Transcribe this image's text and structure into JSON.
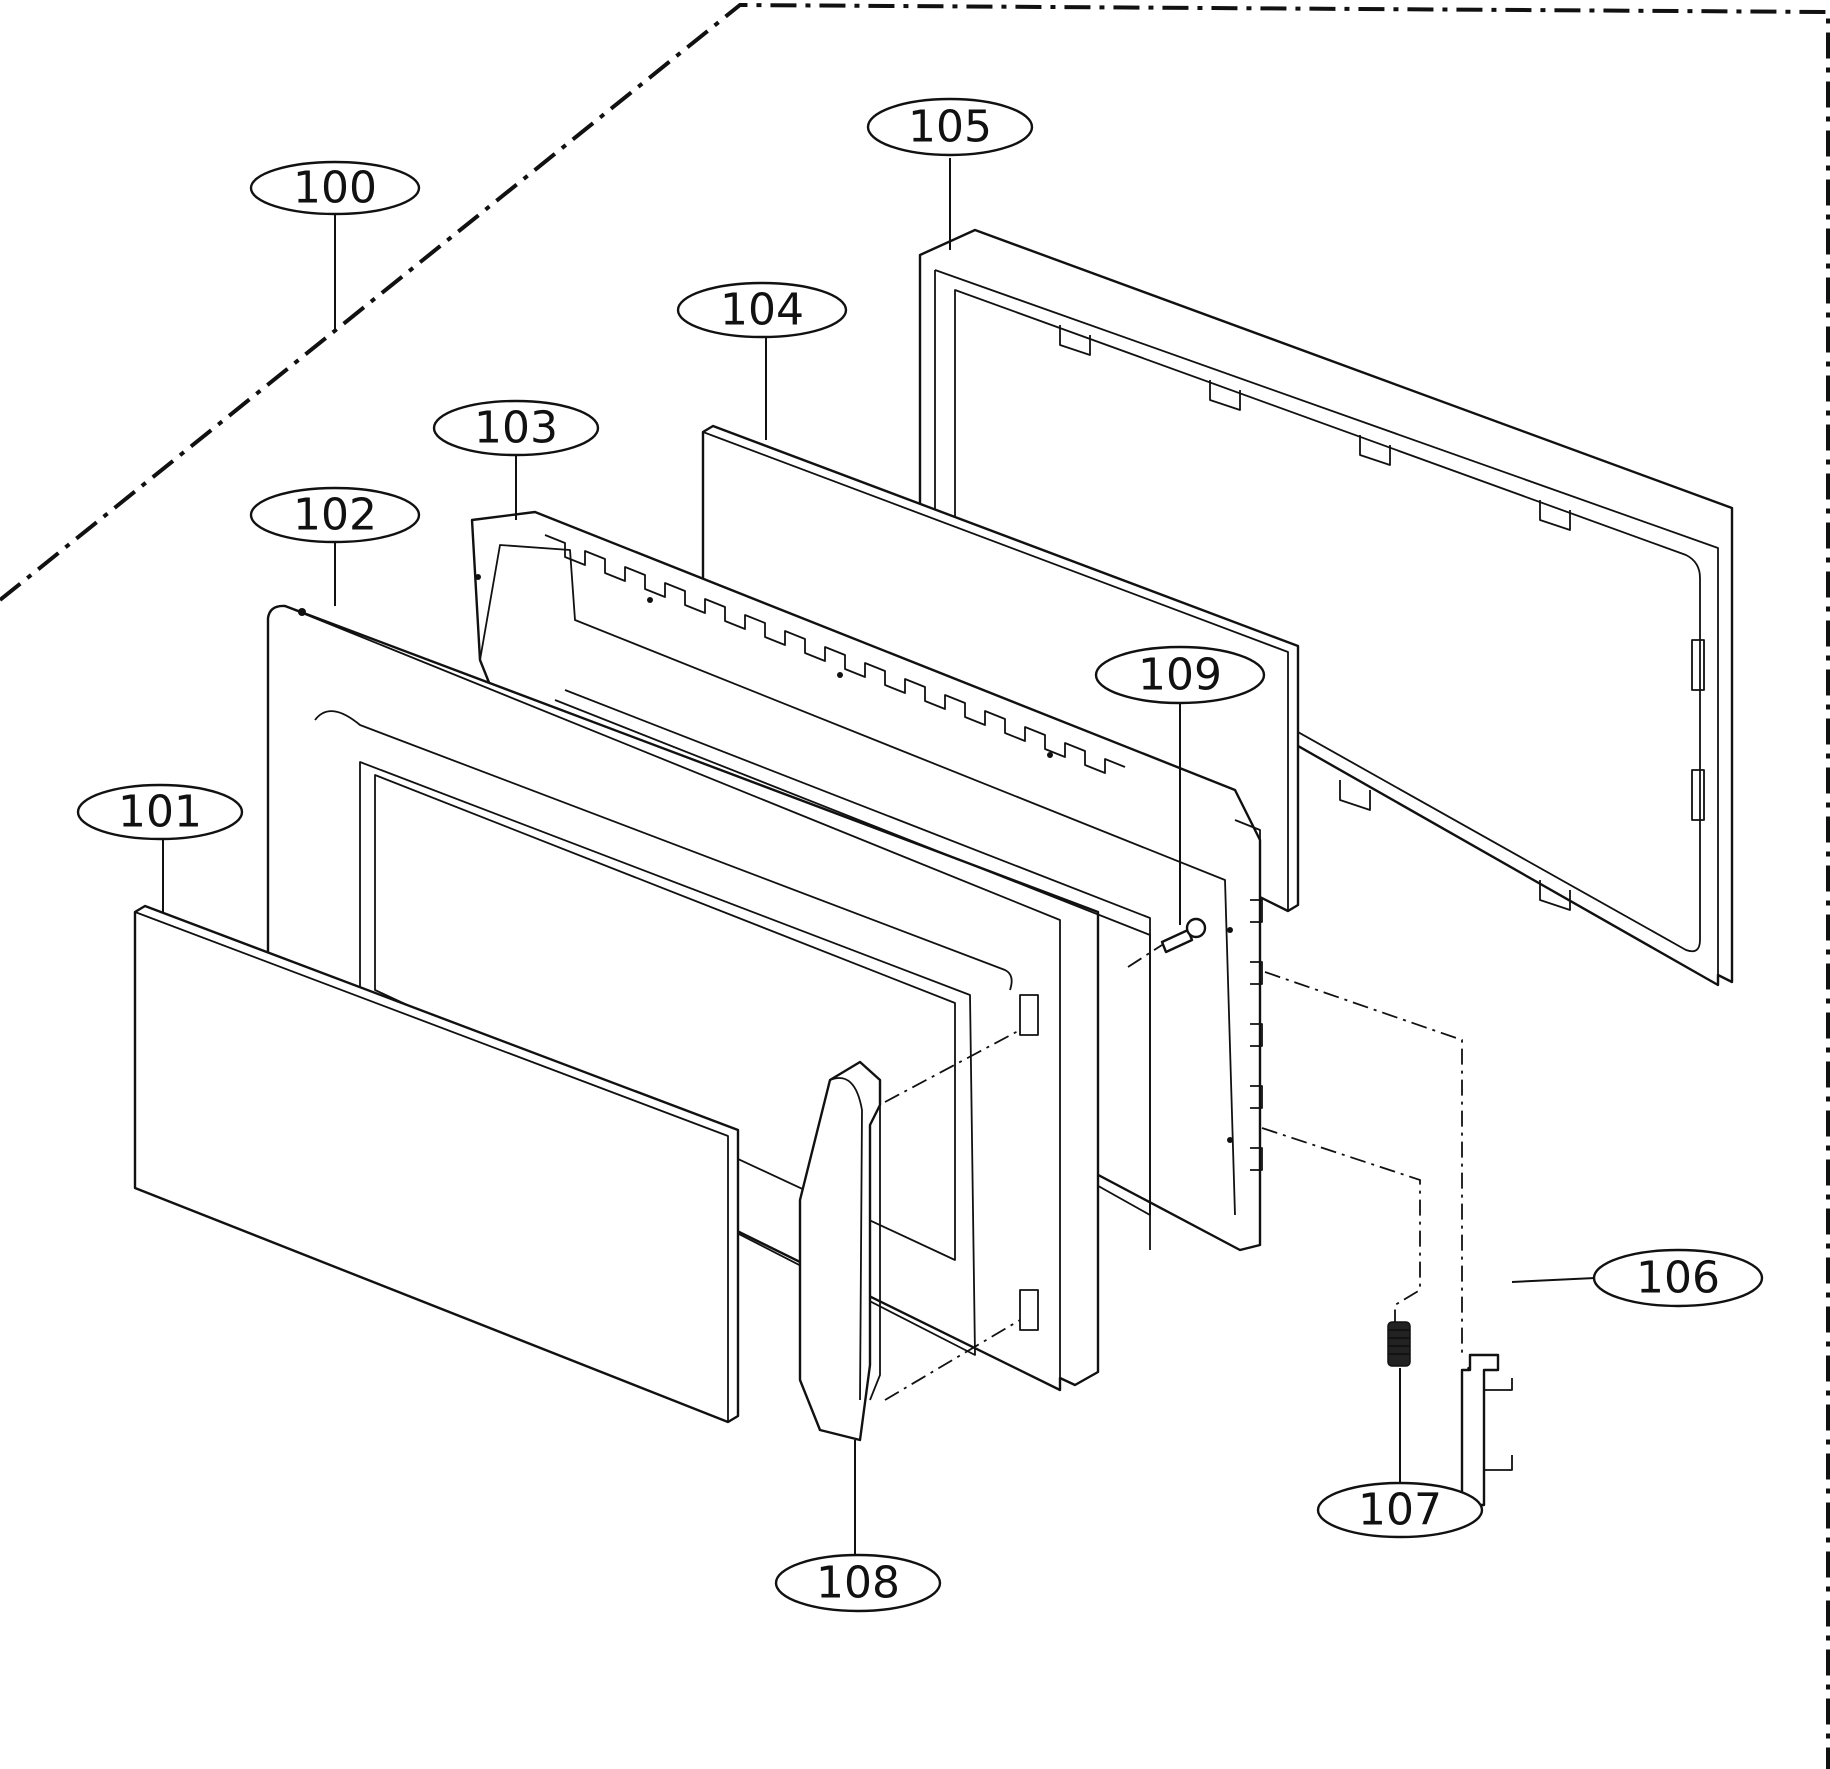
{
  "diagram": {
    "parts": [
      {
        "id": "100",
        "label": "100"
      },
      {
        "id": "101",
        "label": "101"
      },
      {
        "id": "102",
        "label": "102"
      },
      {
        "id": "103",
        "label": "103"
      },
      {
        "id": "104",
        "label": "104"
      },
      {
        "id": "105",
        "label": "105"
      },
      {
        "id": "106",
        "label": "106"
      },
      {
        "id": "107",
        "label": "107"
      },
      {
        "id": "108",
        "label": "108"
      },
      {
        "id": "109",
        "label": "109"
      }
    ]
  }
}
